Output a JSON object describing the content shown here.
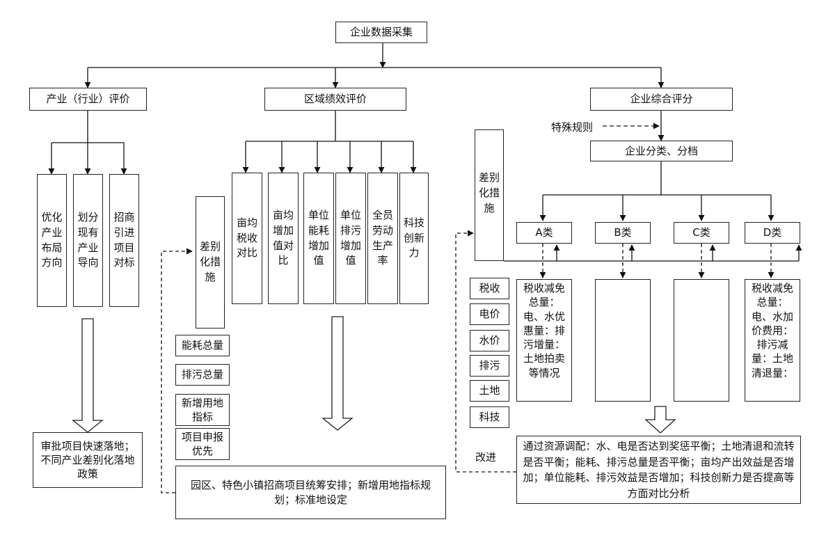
{
  "root": "企业数据采集",
  "industry": {
    "title": "产业（行业）评价",
    "items": [
      "优化产业布局方向",
      "划分现有产业导向",
      "招商引进项目对标"
    ],
    "result": "审批项目快速落地；不同产业差别化落地政策"
  },
  "region": {
    "title": "区域绩效评价",
    "items": [
      "亩均税收对比",
      "亩均增加值对比",
      "单位能耗增加值",
      "单位排污增加值",
      "全员劳动生产率",
      "科技创新力"
    ],
    "measures_title": "差别化措施",
    "measures": [
      "能耗总量",
      "排污总量",
      "新增用地指标",
      "项目申报优先"
    ],
    "result": "园区、特色小镇招商项目统筹安排；新增用地指标规划；标准地设定"
  },
  "enterprise": {
    "title": "企业综合评分",
    "special_rule": "特殊规则",
    "classify": "企业分类、分档",
    "measures_title": "差别化措施",
    "categories": [
      "A类",
      "B类",
      "C类",
      "D类"
    ],
    "side_items": [
      "税收",
      "电价",
      "水价",
      "排污",
      "土地",
      "科技"
    ],
    "a_detail": "税收减免总量：电、水优惠量：排污增量：土地拍卖等情况",
    "d_detail": "税收减免总量：电、水加价费用：排污减量：土地清退量：",
    "improve": "改进",
    "result": "通过资源调配：水、电是否达到奖惩平衡；土地清退和流转是否平衡；能耗、排污总量是否平衡；亩均产出效益是否增加；单位能耗、排污效益是否增加；科技创新力是否提高等方面对比分析"
  }
}
